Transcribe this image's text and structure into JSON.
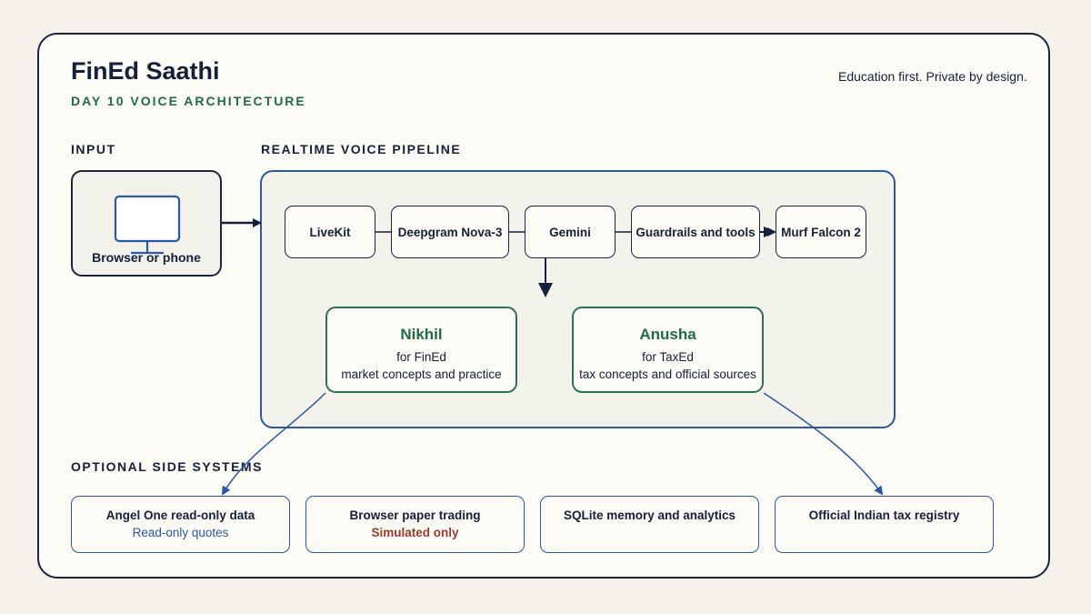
{
  "header": {
    "title": "FinEd Saathi",
    "subtitle": "DAY 10 VOICE ARCHITECTURE",
    "tagline": "Education first. Private by design."
  },
  "sections": {
    "input": "INPUT",
    "pipeline": "REALTIME VOICE PIPELINE",
    "side": "OPTIONAL SIDE SYSTEMS"
  },
  "input": {
    "label": "Browser or phone",
    "icon": "monitor-icon"
  },
  "pipeline": {
    "stages": [
      "LiveKit",
      "Deepgram Nova-3",
      "Gemini",
      "Guardrails and tools",
      "Murf Falcon 2"
    ]
  },
  "personas": [
    {
      "name": "Nikhil",
      "line1": "for FinEd",
      "line2": "market concepts and practice"
    },
    {
      "name": "Anusha",
      "line1": "for TaxEd",
      "line2": "tax concepts and official sources"
    }
  ],
  "side_systems": [
    {
      "name": "Angel One read-only data",
      "note": "Read-only quotes"
    },
    {
      "name": "Browser paper trading",
      "note": "Simulated only"
    },
    {
      "name": "SQLite memory and analytics",
      "note": ""
    },
    {
      "name": "Official Indian tax registry",
      "note": ""
    }
  ],
  "colors": {
    "navy": "#15213b",
    "green_accent": "#1f6b45",
    "blue_accent": "#2a58a8",
    "warning_red": "#9b3a2c",
    "background": "#f4f2ea"
  }
}
